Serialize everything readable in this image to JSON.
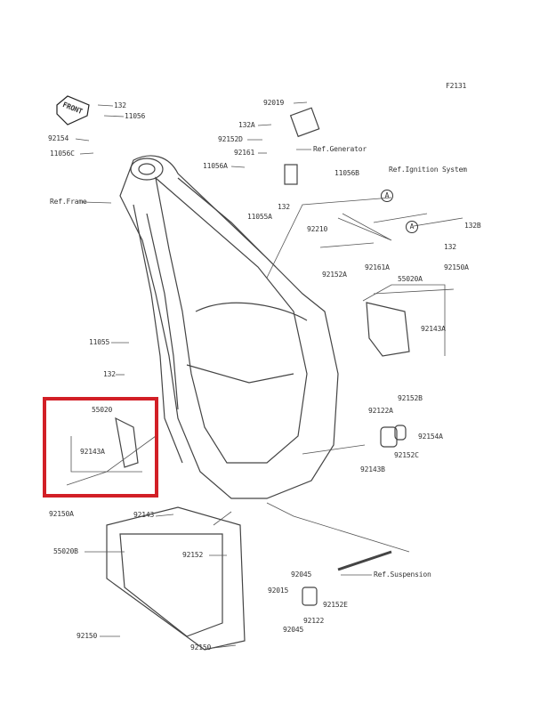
{
  "figure_code": "F2131",
  "front_label": "FRONT",
  "highlight_color": "#d21f26",
  "callout_letter": "A",
  "labels": [
    "132",
    "11056",
    "92154",
    "11056C",
    "Ref.Frame",
    "92019",
    "132A",
    "92152D",
    "92161",
    "11056A",
    "Ref.Generator",
    "11056B",
    "Ref.Ignition System",
    "132B",
    "132",
    "132",
    "11055A",
    "92210",
    "92152A",
    "92161A",
    "92150A",
    "55020A",
    "92143A",
    "11055",
    "132",
    "55020",
    "92143A",
    "92150A",
    "92152B",
    "92122A",
    "92154A",
    "92152C",
    "92143B",
    "92143",
    "55020B",
    "92152",
    "92045",
    "Ref.Suspension",
    "92015",
    "92152E",
    "92122",
    "92045",
    "92150",
    "92150"
  ]
}
